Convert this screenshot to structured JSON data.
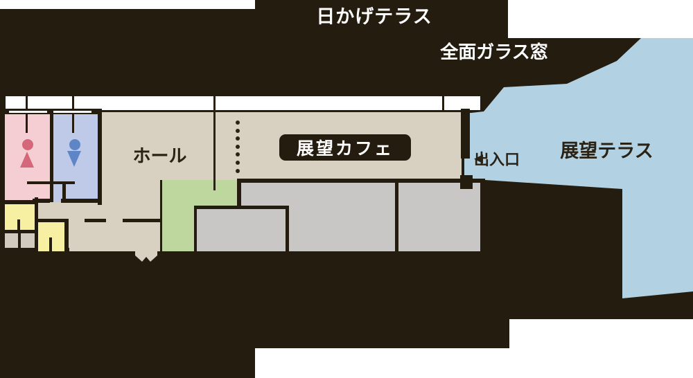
{
  "labels": {
    "shade_terrace": "日かげテラス",
    "glass_window": "全面ガラス窓",
    "observation_terrace": "展望テラス",
    "entrance": "出入口",
    "hall": "ホール",
    "cafe": "展望カフェ"
  },
  "icons": {
    "entrance_arrow": "◀",
    "female_restroom": "female-figure",
    "male_restroom": "male-figure"
  },
  "palette": {
    "background_black": "#241d0f",
    "floor_beige": "#d8d1c2",
    "terrace_blue": "#b2d1e2",
    "room_pink": "#f4ced3",
    "room_blue": "#bfcae9",
    "room_yellow": "#f7f0a2",
    "room_green": "#bed79e",
    "room_gray": "#c8c7c5",
    "cell_gray": "#d0cabf",
    "icon_female_red": "#d5677b",
    "icon_male_blue": "#5e86c6",
    "text_dark": "#2a2315",
    "text_white": "#ffffff"
  }
}
